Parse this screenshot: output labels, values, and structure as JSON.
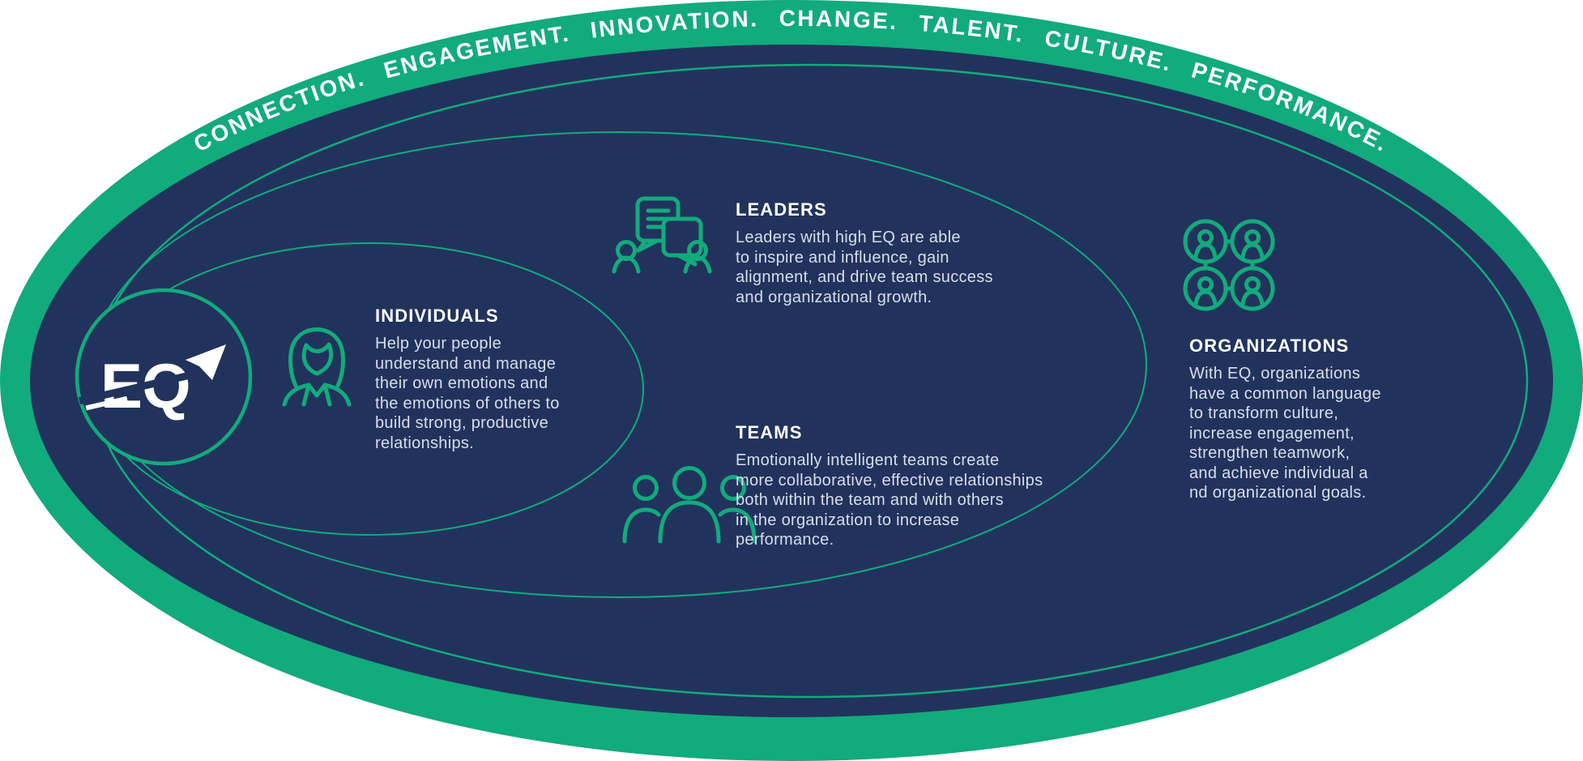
{
  "colors": {
    "green": "#12ab7c",
    "navy": "#21335d",
    "heading_text": "#ffffff",
    "body_text": "#d8dde9"
  },
  "arc": {
    "text": "CONNECTION. ENGAGEMENT. INNOVATION. CHANGE. TALENT. CULTURE. PERFORMANCE."
  },
  "logo": {
    "text": "EQ"
  },
  "sections": {
    "individuals": {
      "title": "INDIVIDUALS",
      "body": "Help your people\nunderstand and manage\ntheir own emotions and\nthe emotions of others to\nbuild strong, productive\nrelationships.",
      "icon": "woman-icon"
    },
    "leaders": {
      "title": "LEADERS",
      "body": "Leaders with high EQ are able\nto inspire and influence, gain\nalignment, and drive team success\nand organizational growth.",
      "icon": "people-conversation-icon"
    },
    "teams": {
      "title": "TEAMS",
      "body": "Emotionally intelligent teams create\nmore collaborative, effective relationships\nboth within the team and with others\nin the organization to increase\nperformance.",
      "icon": "people-group-icon"
    },
    "organizations": {
      "title": "ORGANIZATIONS",
      "body": "With EQ, organizations\nhave a common language\nto transform culture,\nincrease engagement,\nstrengthen teamwork,\nand achieve individual a\nnd organizational goals.",
      "icon": "connected-people-network-icon"
    }
  }
}
